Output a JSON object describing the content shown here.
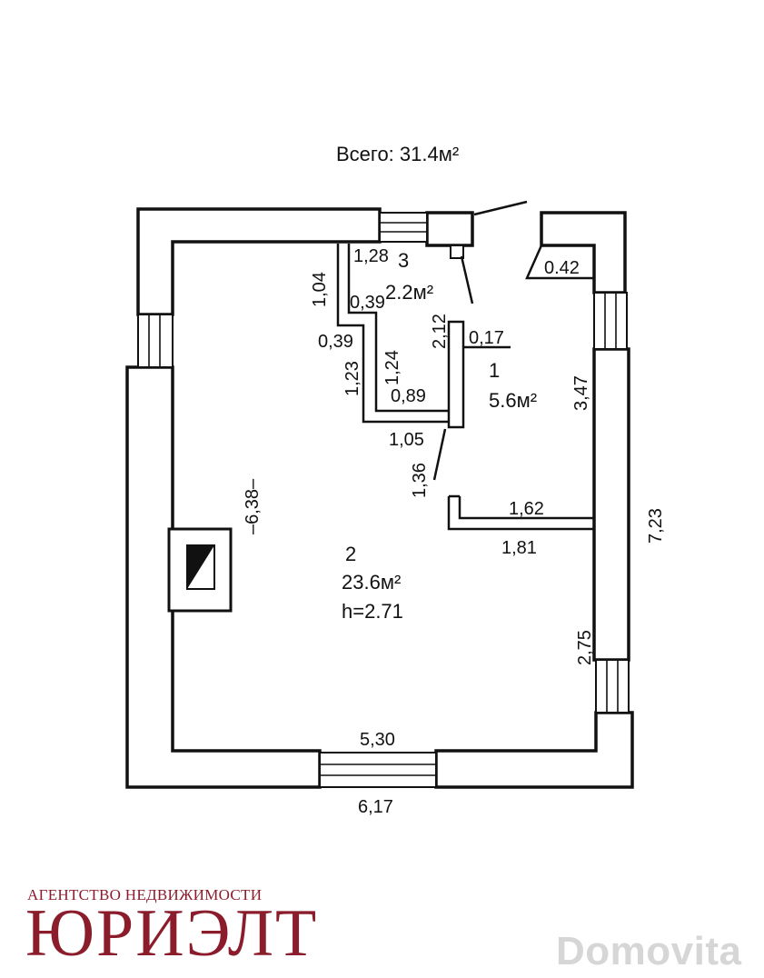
{
  "plan": {
    "total": "Всего: 31.4м²",
    "rooms": {
      "r1": {
        "num": "1",
        "area": "5.6м²"
      },
      "r2": {
        "num": "2",
        "area": "23.6м²",
        "height": "h=2.71"
      },
      "r3": {
        "num": "3",
        "area": "2.2м²"
      }
    },
    "dims": {
      "d128": "1,28",
      "d104": "1,04",
      "d039a": "0,39",
      "d039b": "0,39",
      "d123": "1,23",
      "d124": "1,24",
      "d089": "0,89",
      "d212": "2,12",
      "d017": "0,17",
      "d042": "0.42",
      "d347": "3,47",
      "d105": "1,05",
      "d136": "1,36",
      "d638": "–6,38–",
      "d162": "1,62",
      "d181": "1,81",
      "d723": "7,23",
      "d275": "2,75",
      "d530": "5,30",
      "d617": "6,17"
    }
  },
  "branding": {
    "agency_caption": "АГЕНТСТВО НЕДВИЖИМОСТИ",
    "agency_name": "ЮРИЭЛТ",
    "watermark": "Domovita",
    "accent_color": "#8b1c2b"
  }
}
